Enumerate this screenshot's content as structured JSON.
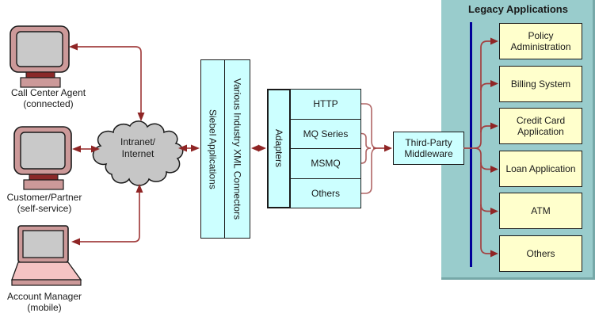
{
  "clients": {
    "call_center": {
      "name": "Call Center Agent",
      "mode": "(connected)"
    },
    "customer": {
      "name": "Customer/Partner",
      "mode": "(self-service)"
    },
    "account_manager": {
      "name": "Account Manager",
      "mode": "(mobile)"
    }
  },
  "cloud": {
    "line1": "Intranet/",
    "line2": "Internet"
  },
  "siebel": {
    "label": "Siebel Applications"
  },
  "xml_connectors": {
    "label": "Various Industry XML Connectors"
  },
  "adapters": {
    "label": "Adapters",
    "protocols": [
      "HTTP",
      "MQ Series",
      "MSMQ",
      "Others"
    ]
  },
  "middleware": {
    "label": "Third-Party Middleware"
  },
  "legacy": {
    "title": "Legacy Applications",
    "systems": [
      "Policy Administration",
      "Billing System",
      "Credit Card Application",
      "Loan Application",
      "ATM",
      "Others"
    ]
  },
  "colors": {
    "cyan_box": "#ccffff",
    "yellow_box": "#ffffcc",
    "teal_panel": "#99cccc",
    "arrow_red": "#a34040",
    "bracket_red": "#b06666",
    "divider_blue": "#000099",
    "cloud_gray": "#c6c6c6",
    "device_pink": "#cc9999"
  }
}
